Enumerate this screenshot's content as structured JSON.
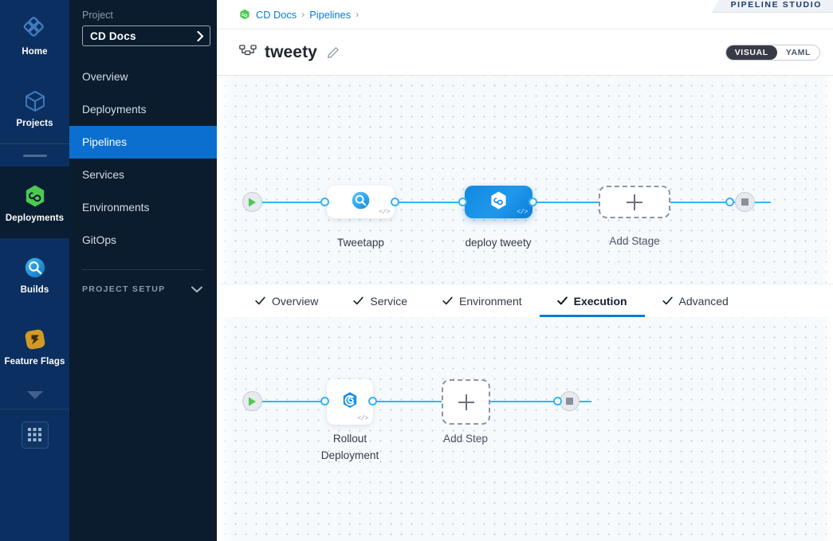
{
  "rail": {
    "items": [
      {
        "label": "Home",
        "icon": "home-diamond-icon",
        "active": false
      },
      {
        "label": "Projects",
        "icon": "cube-icon",
        "active": false
      },
      {
        "label": "Deployments",
        "icon": "deployments-hex-icon",
        "active": true
      },
      {
        "label": "Builds",
        "icon": "builds-circle-icon",
        "active": false
      },
      {
        "label": "Feature Flags",
        "icon": "feature-flags-icon",
        "active": false
      }
    ],
    "more_caret": "chevron-down-icon",
    "grid_button": "app-grid-icon"
  },
  "sidebar": {
    "section_label": "Project",
    "project_name": "CD Docs",
    "project_chevron": "chevron-right-icon",
    "items": [
      {
        "label": "Overview",
        "active": false
      },
      {
        "label": "Deployments",
        "active": false
      },
      {
        "label": "Pipelines",
        "active": true
      },
      {
        "label": "Services",
        "active": false
      },
      {
        "label": "Environments",
        "active": false
      },
      {
        "label": "GitOps",
        "active": false
      }
    ],
    "setup_label": "PROJECT SETUP",
    "setup_chevron": "chevron-down-icon"
  },
  "breadcrumb": {
    "icon": "project-hex-icon",
    "items": [
      "CD Docs",
      "Pipelines"
    ],
    "separator": "›",
    "trailing_separator": "›"
  },
  "studio_badge": {
    "text": "PIPELINE STUDIO"
  },
  "header": {
    "pipeline_icon": "pipeline-graph-icon",
    "title": "tweety",
    "edit_icon": "pencil-icon"
  },
  "mode_toggle": {
    "options": [
      "VISUAL",
      "YAML"
    ],
    "selected": "VISUAL"
  },
  "stage_canvas": {
    "start_icon": "play-icon",
    "end_icon": "stop-icon",
    "nodes": [
      {
        "label": "Tweetapp",
        "icon": "build-search-icon",
        "selected": false,
        "code_badge": "</>"
      },
      {
        "label": "deploy tweety",
        "icon": "deploy-hex-icon",
        "selected": true,
        "code_badge": "</>"
      }
    ],
    "add_node": {
      "label": "Add Stage",
      "icon": "plus-icon"
    }
  },
  "tabs": [
    {
      "label": "Overview",
      "check": "check-icon",
      "active": false
    },
    {
      "label": "Service",
      "check": "check-icon",
      "active": false
    },
    {
      "label": "Environment",
      "check": "check-icon",
      "active": false
    },
    {
      "label": "Execution",
      "check": "check-icon",
      "active": true
    },
    {
      "label": "Advanced",
      "check": "check-icon",
      "active": false
    }
  ],
  "step_canvas": {
    "start_icon": "play-icon",
    "end_icon": "stop-icon",
    "nodes": [
      {
        "label_line1": "Rollout",
        "label_line2": "Deployment",
        "icon": "rollout-hex-icon",
        "code_badge": "</>"
      }
    ],
    "add_node": {
      "label": "Add Step",
      "icon": "plus-icon"
    }
  },
  "colors": {
    "accent_blue": "#0b7ad6",
    "link_blue": "#33b4f5",
    "nav_bg": "#0b2f60",
    "sidebar_bg": "#0b1c2e",
    "canvas_bg": "#f6fafd",
    "green": "#4dc952"
  }
}
